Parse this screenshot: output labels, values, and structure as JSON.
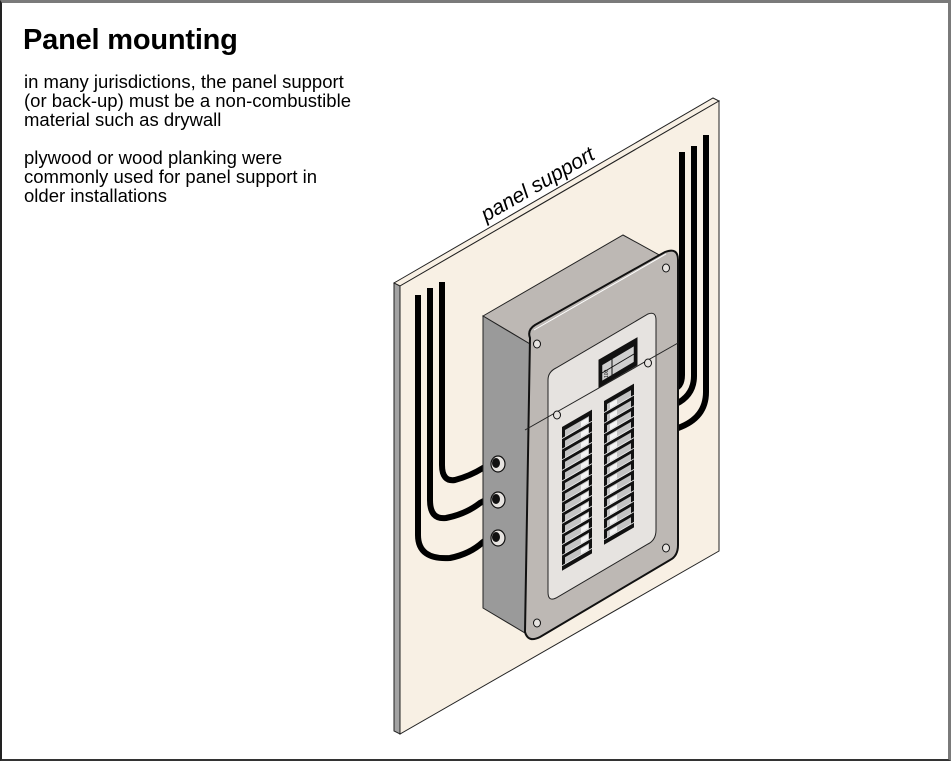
{
  "title": "Panel mounting",
  "notes": [
    "in many jurisdictions, the panel support\n(or back-up) must be a non-combustible\nmaterial such as drywall",
    "plywood or wood planking were\ncommonly used for panel support in\nolder installations"
  ],
  "diagram": {
    "label_panel_support": "panel support",
    "main_breaker_rating": "100",
    "left_cables": 3,
    "right_cables": 3,
    "branch_breakers_per_column": [
      13,
      13
    ],
    "colors": {
      "support_face": "#f8f0e4",
      "support_edge": "#a3a3a3",
      "box_front": "#bdb8b4",
      "box_side": "#9a9a9a",
      "dead_front": "#e6e3e0",
      "breaker_dark": "#111111",
      "breaker_handle": "#cfcfcf",
      "cable": "#000000",
      "frame": "#7a7a7a"
    }
  }
}
